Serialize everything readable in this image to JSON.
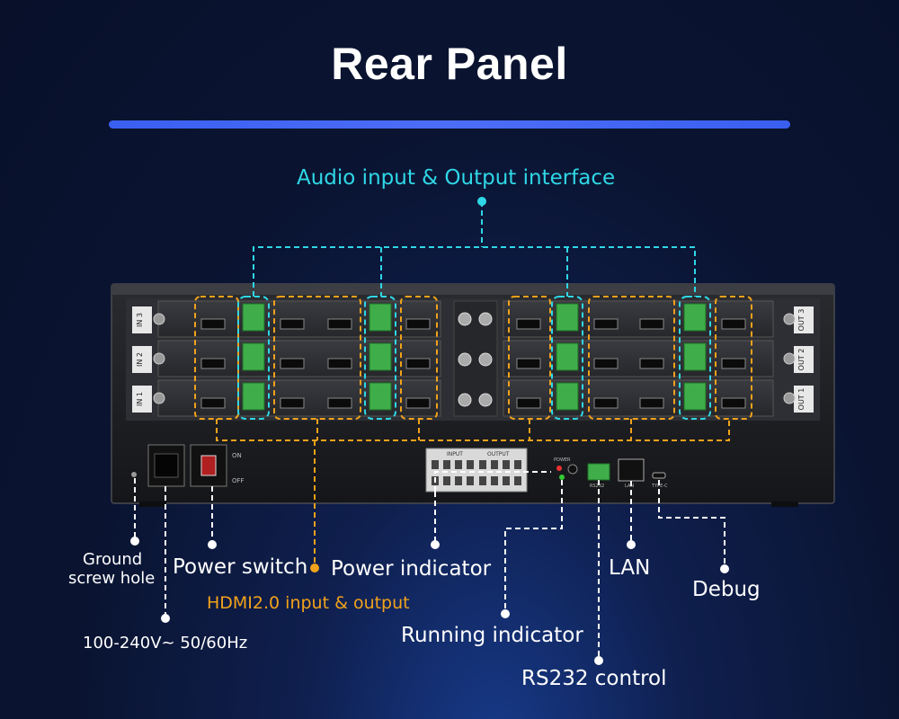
{
  "title": "Rear Panel",
  "colors": {
    "background": "#0a1431",
    "accent_bar": "#4063f2",
    "audio_callout": "#2fd7e6",
    "hdmi_callout": "#f2a21b",
    "label_text": "#ffffff",
    "chassis": "#1b1c1f",
    "terminal_green": "#3fae4a"
  },
  "callouts": {
    "audio": "Audio input & Output interface",
    "hdmi": "HDMI2.0 input & output",
    "ground_line1": "Ground",
    "ground_line2": "screw hole",
    "power_switch": "Power switch",
    "power_input": "100-240V~ 50/60Hz",
    "power_indicator": "Power indicator",
    "running_indicator": "Running indicator",
    "rs232": "RS232 control",
    "lan": "LAN",
    "debug": "Debug"
  },
  "device": {
    "input_slots": [
      "IN 3",
      "IN 2",
      "IN 1"
    ],
    "output_slots": [
      "OUT 3",
      "OUT 2",
      "OUT 1"
    ],
    "switch_on": "ON",
    "switch_off": "OFF",
    "dip_input": "INPUT",
    "dip_output": "OUTPUT",
    "power_led": "POWER",
    "lan_port": "LAN",
    "debug_port": "TYPE-C",
    "rs232_port": "RS232"
  }
}
